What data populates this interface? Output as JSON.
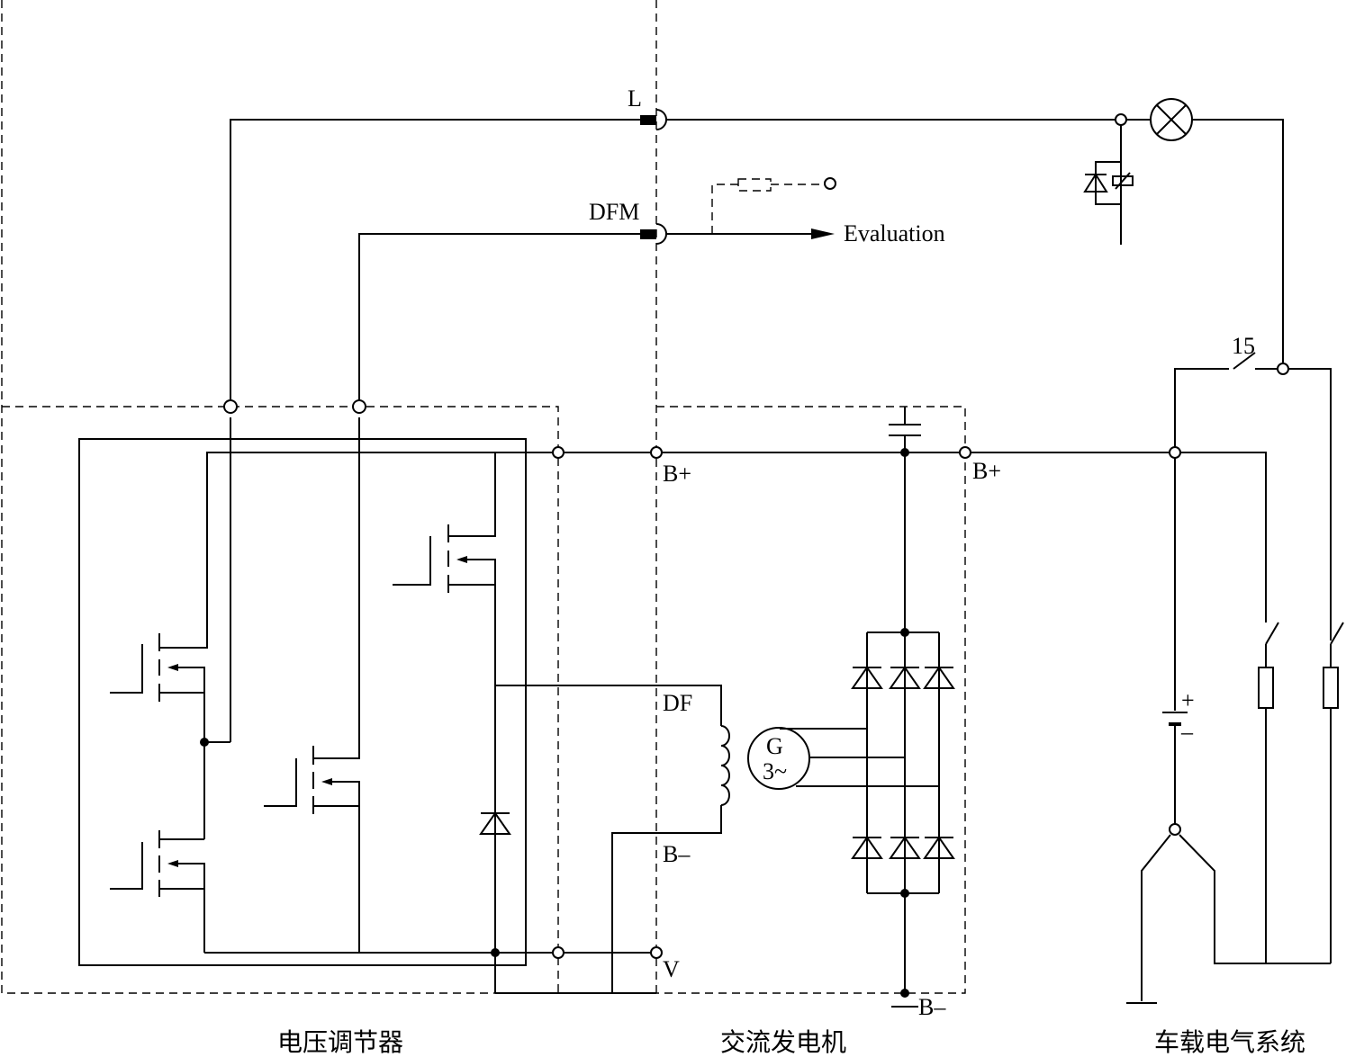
{
  "labels": {
    "terminal_l": "L",
    "terminal_dfm": "DFM",
    "evaluation": "Evaluation",
    "b_plus_regulator": "B+",
    "b_plus_alternator": "B+",
    "df": "DF",
    "b_minus_regulator": "B–",
    "v": "V",
    "b_minus_ground": "B–",
    "switch_15": "15",
    "generator_g": "G",
    "generator_phase": "3~",
    "battery_plus": "+",
    "battery_minus": "–"
  },
  "captions": {
    "voltage_regulator": "电压调节器",
    "alternator": "交流发电机",
    "vehicle_electrical_system": "车载电气系统"
  }
}
